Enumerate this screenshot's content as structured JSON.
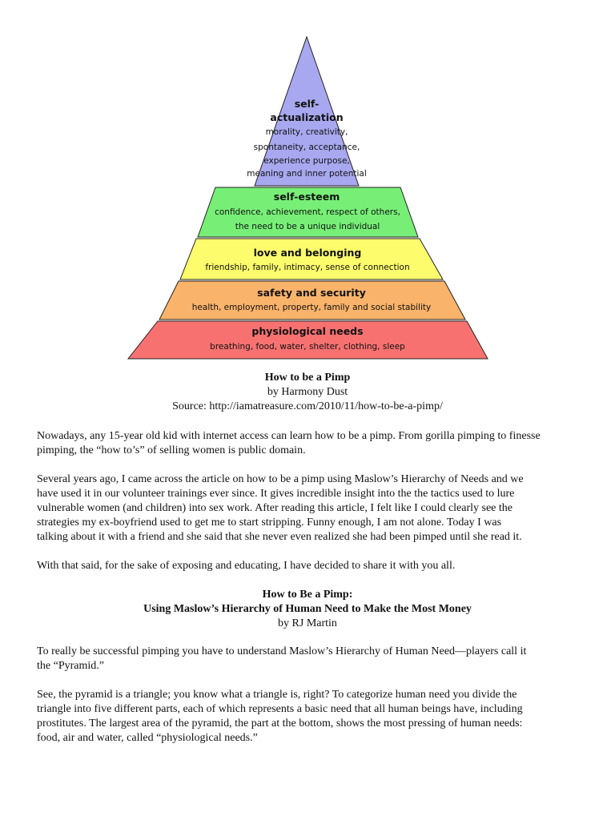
{
  "pyramid": {
    "colors": {
      "self_actualization": "#a8a8f0",
      "self_esteem": "#77ef77",
      "love_belonging": "#fcfc6c",
      "safety_security": "#f9b36a",
      "physiological": "#f87171"
    },
    "self_actualization": {
      "title": [
        "self-",
        "actualization"
      ],
      "lines": [
        "morality, creativity,",
        "spontaneity, acceptance,",
        "experience purpose,",
        "meaning and inner potential"
      ]
    },
    "self_esteem": {
      "title": "self-esteem",
      "lines": [
        "confidence, achievement, respect of others,",
        "the need to be a unique individual"
      ]
    },
    "love_belonging": {
      "title": "love and belonging",
      "lines": [
        "friendship, family, intimacy, sense of connection"
      ]
    },
    "safety_security": {
      "title": "safety and security",
      "lines": [
        "health, employment, property, family and social stability"
      ]
    },
    "physiological": {
      "title": "physiological needs",
      "lines": [
        "breathing, food, water, shelter, clothing, sleep"
      ]
    }
  },
  "header1": {
    "title": "How to be a Pimp",
    "author": "by Harmony Dust",
    "source": "Source:  http://iamatreasure.com/2010/11/how-to-be-a-pimp/"
  },
  "para1": [
    "Nowadays, any 15-year old kid with internet access can learn how to be a pimp. From gorilla pimping to finesse",
    "pimping, the “how to’s” of selling women is public domain."
  ],
  "para2": [
    "Several years ago, I came across the article on how to be a pimp using Maslow’s Hierarchy of Needs and we",
    "have used it in our volunteer trainings ever since.   It gives incredible insight into the the tactics used to lure",
    "vulnerable women (and children) into sex work.  After reading this article, I felt like I could clearly see the",
    "strategies my ex-boyfriend used to get me to start stripping.  Funny enough, I am not alone.  Today I was",
    "talking about it with a friend and she said that she never even realized she had been pimped until she read it."
  ],
  "para3": [
    "With that said, for the sake of exposing and educating, I have decided to share it with you all."
  ],
  "header2": {
    "title": "How to Be a Pimp:",
    "subtitle": "Using Maslow’s Hierarchy of Human Need to Make the Most Money",
    "author": "by RJ Martin"
  },
  "para4": [
    "To really be successful pimping you have to understand Maslow’s Hierarchy of Human Need—players call it",
    "the “Pyramid.”"
  ],
  "para5": [
    "See, the pyramid is a triangle; you know what a triangle is, right? To categorize human need you divide the",
    "triangle into five different parts, each of which represents a basic need that all human beings have, including",
    "prostitutes. The largest area of the pyramid, the part at the bottom, shows the most pressing of human needs:",
    "food, air and water, called “physiological needs.”"
  ]
}
